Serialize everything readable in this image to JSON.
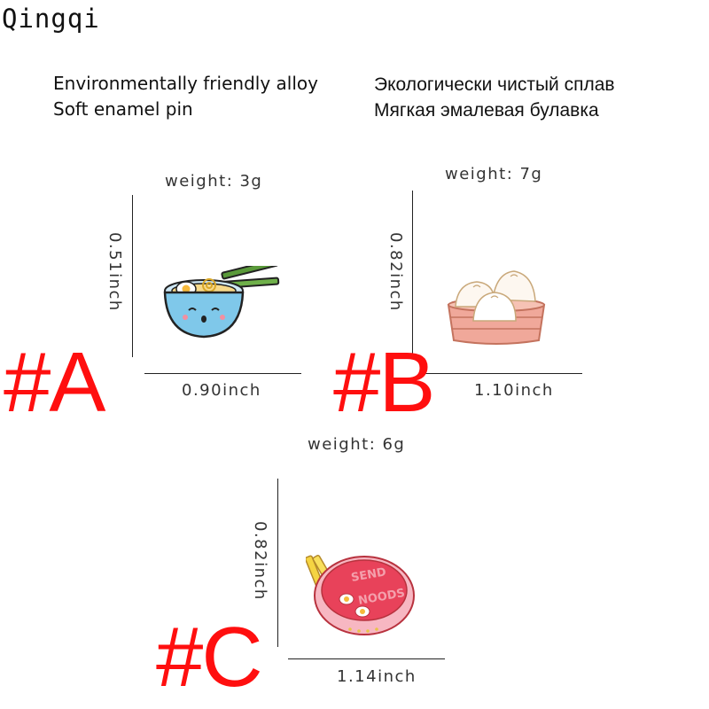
{
  "brand": "Qingqi",
  "header": {
    "en_line1": "Environmentally friendly alloy",
    "en_line2": "Soft enamel pin",
    "ru_line1": "Экологически чистый сплав",
    "ru_line2": "Мягкая эмалевая булавка"
  },
  "products": [
    {
      "id": "#A",
      "weight": "weight: 3g",
      "height": "0.51inch",
      "width": "0.90inch",
      "image": "ramen-bowl-pin-icon"
    },
    {
      "id": "#B",
      "weight": "weight: 7g",
      "height": "0.82inch",
      "width": "1.10inch",
      "image": "steamed-buns-basket-pin-icon"
    },
    {
      "id": "#C",
      "weight": "weight: 6g",
      "height": "0.82inch",
      "width": "1.14inch",
      "image": "send-noods-bowl-pin-icon"
    }
  ],
  "colors": {
    "tag_red": "#ff0f0f",
    "bowl_blue": "#7fc8ea",
    "chopstick_green": "#5a9a3a",
    "bun_pink": "#f0a89a",
    "noods_red": "#e8425a"
  }
}
